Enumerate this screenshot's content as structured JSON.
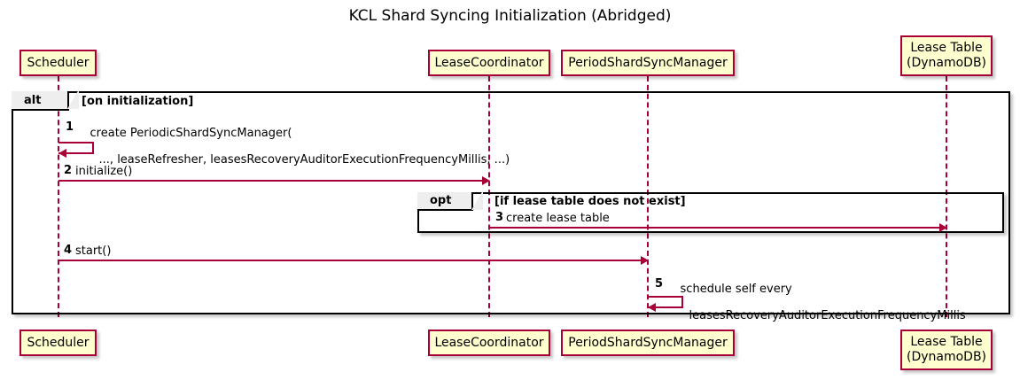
{
  "diagram": {
    "title": "KCL Shard Syncing Initialization (Abridged)",
    "type": "sequence-diagram",
    "colors": {
      "participant_fill": "#FEFECE",
      "participant_border": "#A80036",
      "arrow": "#A80036",
      "fragment_border": "#000000",
      "fragment_tab_fill": "#EEEEEE",
      "background": "#FFFFFF"
    }
  },
  "participants": [
    {
      "id": "scheduler",
      "label": "Scheduler"
    },
    {
      "id": "leasecoord",
      "label": "LeaseCoordinator"
    },
    {
      "id": "pssm",
      "label": "PeriodShardSyncManager"
    },
    {
      "id": "leasetable",
      "label": "Lease Table\n(DynamoDB)",
      "line1": "Lease Table",
      "line2": "(DynamoDB)"
    }
  ],
  "fragments": [
    {
      "id": "alt-frame",
      "operator": "alt",
      "condition": "[on initialization]"
    },
    {
      "id": "opt-frame",
      "operator": "opt",
      "condition": "[if lease table does not exist]"
    }
  ],
  "messages": [
    {
      "number": "1",
      "from": "scheduler",
      "to": "scheduler",
      "self": true,
      "line1": "create PeriodicShardSyncManager(",
      "line2": "..., leaseRefresher, leasesRecoveryAuditorExecutionFrequencyMillis, ...)"
    },
    {
      "number": "2",
      "from": "scheduler",
      "to": "leasecoord",
      "self": false,
      "line1": "initialize()"
    },
    {
      "number": "3",
      "from": "leasecoord",
      "to": "leasetable",
      "self": false,
      "line1": "create lease table"
    },
    {
      "number": "4",
      "from": "scheduler",
      "to": "pssm",
      "self": false,
      "line1": "start()"
    },
    {
      "number": "5",
      "from": "pssm",
      "to": "pssm",
      "self": true,
      "line1": "schedule self every",
      "line2": "leasesRecoveryAuditorExecutionFrequencyMillis"
    }
  ]
}
